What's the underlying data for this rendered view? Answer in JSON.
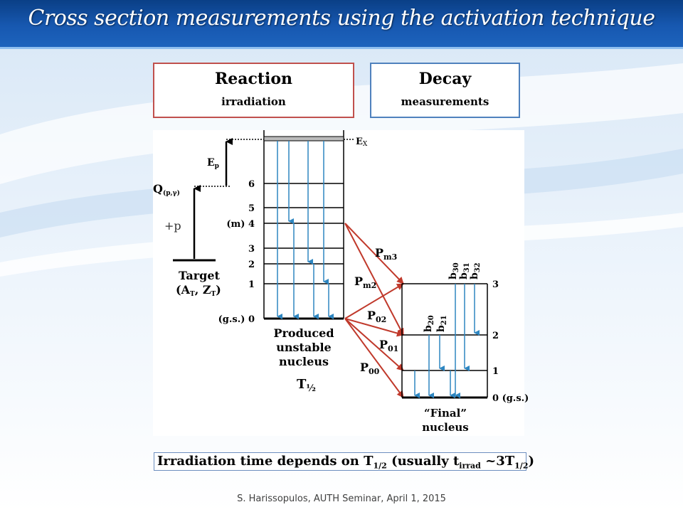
{
  "slide": {
    "title": "Cross section measurements using the activation technique",
    "credit": "S. Harissopulos, AUTH Seminar, April 1, 2015"
  },
  "colors": {
    "title_bar": "#1758b0",
    "reaction_border": "#c0504d",
    "decay_border": "#4f81bd",
    "red_arrow": "#c0392b",
    "blue_arrow": "#2e86c1"
  },
  "boxes": {
    "reaction": {
      "title": "Reaction",
      "subtitle": "irradiation"
    },
    "decay": {
      "title": "Decay",
      "subtitle": "measurements"
    }
  },
  "diagram": {
    "left": {
      "q_label": "Q",
      "q_sub": "(p,γ)",
      "ep_label": "E",
      "ep_sub": "p",
      "plus_p": "+p",
      "target_line1": "Target",
      "target_line2": "(A",
      "target_sub_a": "T",
      "target_comma": ", Z",
      "target_sub_z": "T",
      "target_close": ")"
    },
    "produced": {
      "ex_label": "E",
      "ex_sub": "X",
      "levels": [
        "6",
        "5",
        "(m) 4",
        "3",
        "2",
        "1",
        "(g.s.)  0"
      ],
      "caption": [
        "Produced",
        "unstable",
        "nucleus"
      ],
      "half_life_T": "T",
      "half_life_sub": "½"
    },
    "transitions": [
      {
        "main": "P",
        "sub": "m3"
      },
      {
        "main": "P",
        "sub": "m2"
      },
      {
        "main": "P",
        "sub": "02"
      },
      {
        "main": "P",
        "sub": "01"
      },
      {
        "main": "P",
        "sub": "00"
      }
    ],
    "final": {
      "levels": [
        "3",
        "2",
        "1",
        "0 (g.s.)"
      ],
      "branches": [
        {
          "main": "b",
          "sub": "20"
        },
        {
          "main": "b",
          "sub": "21"
        },
        {
          "main": "b",
          "sub": "30"
        },
        {
          "main": "b",
          "sub": "31"
        },
        {
          "main": "b",
          "sub": "32"
        }
      ],
      "caption": [
        "“Final”",
        "nucleus"
      ]
    }
  },
  "note": {
    "prefix": "Irradiation time depends on T",
    "sub1": "1/2",
    "middle": " (usually t",
    "sub2": "irrad",
    "middle2": " ~3T",
    "sub3": "1/2",
    "suffix": ")"
  }
}
